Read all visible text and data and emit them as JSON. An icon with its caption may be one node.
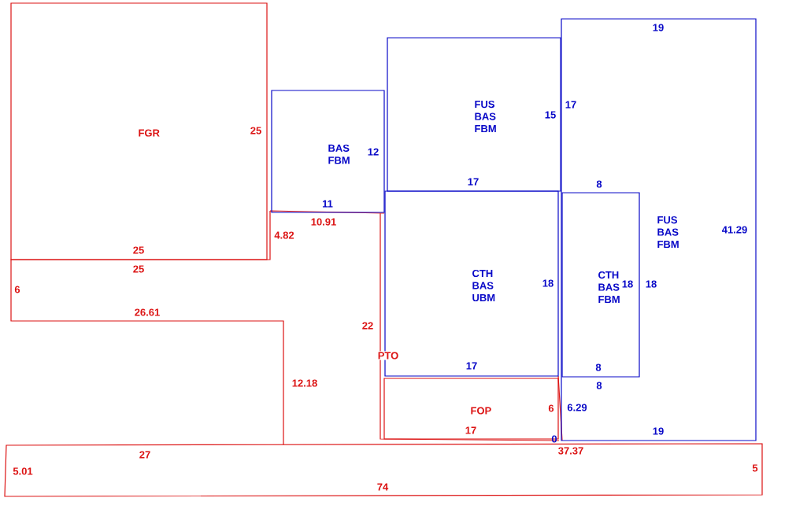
{
  "diagram": {
    "nodes": [
      {
        "text": [
          "FGR"
        ]
      },
      {
        "text": [
          "BAS FBM"
        ]
      },
      {
        "text": [
          "FUS BAS FBM"
        ]
      },
      {
        "text": [
          "FUS BAS FBM"
        ]
      },
      {
        "text": [
          "CTH BAS UBM"
        ]
      },
      {
        "text": [
          "CTH BAS FBM"
        ],
        "in": 3
      },
      {
        "text": [
          "FOP"
        ]
      },
      {
        "text": [
          "PTO"
        ]
      }
    ],
    "labels": [
      "19",
      "17",
      "15",
      "25",
      "12",
      "17",
      "8",
      "11",
      "10.91",
      "41.29",
      "4.82",
      "25",
      "25",
      "18",
      "18",
      "18",
      "6",
      "26.61",
      "22",
      "17",
      "8",
      "12.18",
      "8",
      "6",
      "6.29",
      "17",
      "19",
      "0",
      "37.37",
      "27",
      "5.01",
      "5",
      "74"
    ]
  }
}
